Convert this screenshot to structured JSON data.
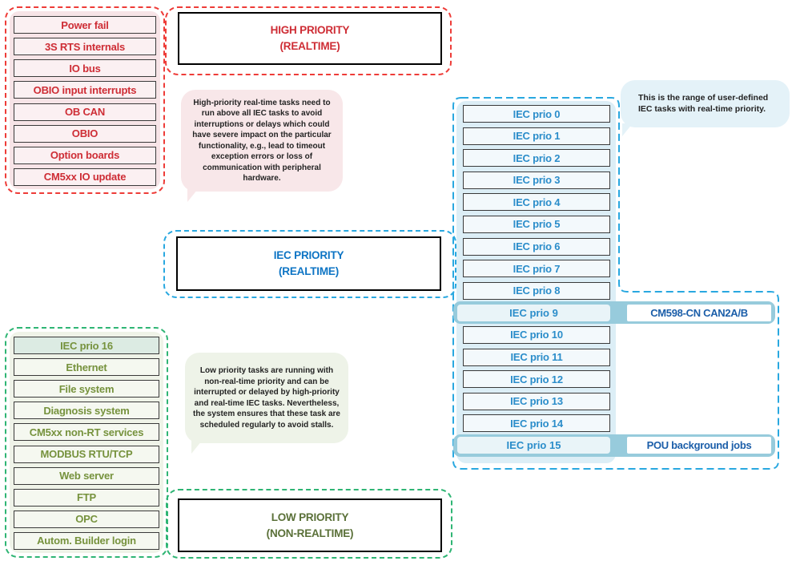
{
  "diagram": {
    "high": {
      "title_line1": "HIGH PRIORITY",
      "title_line2": "(REALTIME)",
      "tasks": [
        "Power fail",
        "3S RTS internals",
        "IO bus",
        "OBIO input interrupts",
        "OB CAN",
        "OBIO",
        "Option boards",
        "CM5xx IO update"
      ],
      "note": "High-priority real-time tasks need to run above all IEC tasks to avoid interruptions or delays which could have severe impact on the particular functionality, e.g., lead to timeout exception errors or loss of communication with peripheral hardware."
    },
    "iec": {
      "title_line1": "IEC PRIORITY",
      "title_line2": "(REALTIME)",
      "note": "This is the range of user-defined IEC tasks with real-time priority.",
      "tasks": [
        "IEC prio 0",
        "IEC prio 1",
        "IEC prio 2",
        "IEC prio 3",
        "IEC prio 4",
        "IEC prio 5",
        "IEC prio 6",
        "IEC prio 7",
        "IEC prio 8",
        "IEC prio 9",
        "IEC prio 10",
        "IEC prio 11",
        "IEC prio 12",
        "IEC prio 13",
        "IEC prio 14",
        "IEC prio 15"
      ],
      "annotation_prio9": "CM598-CN CAN2A/B",
      "annotation_prio15": "POU background jobs"
    },
    "low": {
      "title_line1": "LOW PRIORITY",
      "title_line2": "(NON-REALTIME)",
      "tasks": [
        "IEC prio 16",
        "Ethernet",
        "File system",
        "Diagnosis system",
        "CM5xx non-RT services",
        "MODBUS RTU/TCP",
        "Web server",
        "FTP",
        "OPC",
        "Autom. Builder login"
      ],
      "highlighted_task": "IEC prio 16",
      "note": "Low priority tasks are running with non-real-time priority and can be interrupted or delayed by high-priority and real-time IEC tasks. Nevertheless, the system ensures that these task are scheduled regularly to avoid stalls."
    },
    "colors": {
      "red_dash": "#ee3c38",
      "red_text": "#ce2d35",
      "pink_bg": "#f8e7e9",
      "blue_dash": "#29a8e0",
      "blue_item_text": "#2b8dca",
      "blue_title_text": "#0d74c4",
      "blue_dark_text": "#1b5ea9",
      "blue_bg": "#dceef6",
      "highlight_band": "#97cbdc",
      "green_dash": "#2fb574",
      "green_bg": "#eff3e8",
      "olive_text": "#76923d",
      "olive_title_text": "#5a7038"
    }
  }
}
